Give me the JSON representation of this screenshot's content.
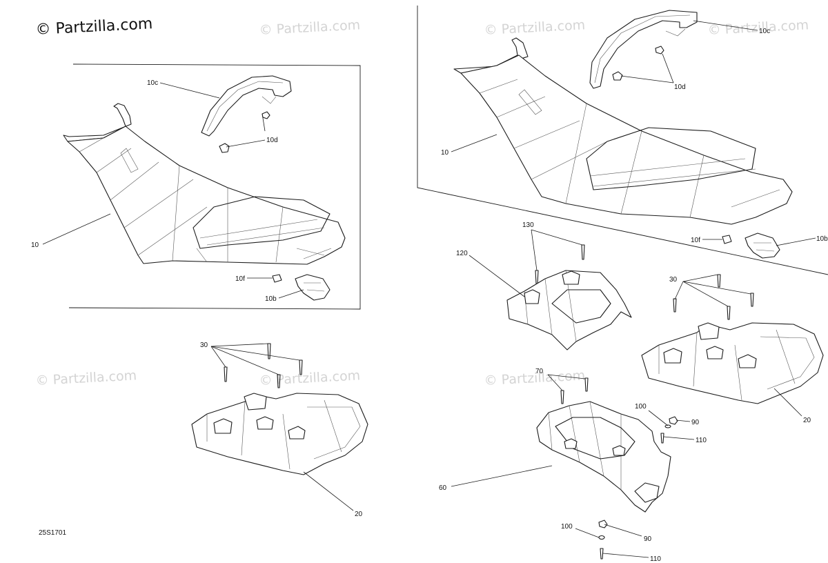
{
  "watermark": {
    "main": "© Partzilla.com",
    "faint": "© Partzilla.com"
  },
  "drawing_code": "25S1701",
  "callouts": {
    "c10": "10",
    "c10b": "10b",
    "c10c": "10c",
    "c10d": "10d",
    "c10f": "10f",
    "c20": "20",
    "c30": "30",
    "c60": "60",
    "c70": "70",
    "c90": "90",
    "c100": "100",
    "c110": "110",
    "c120": "120",
    "c130": "130"
  }
}
